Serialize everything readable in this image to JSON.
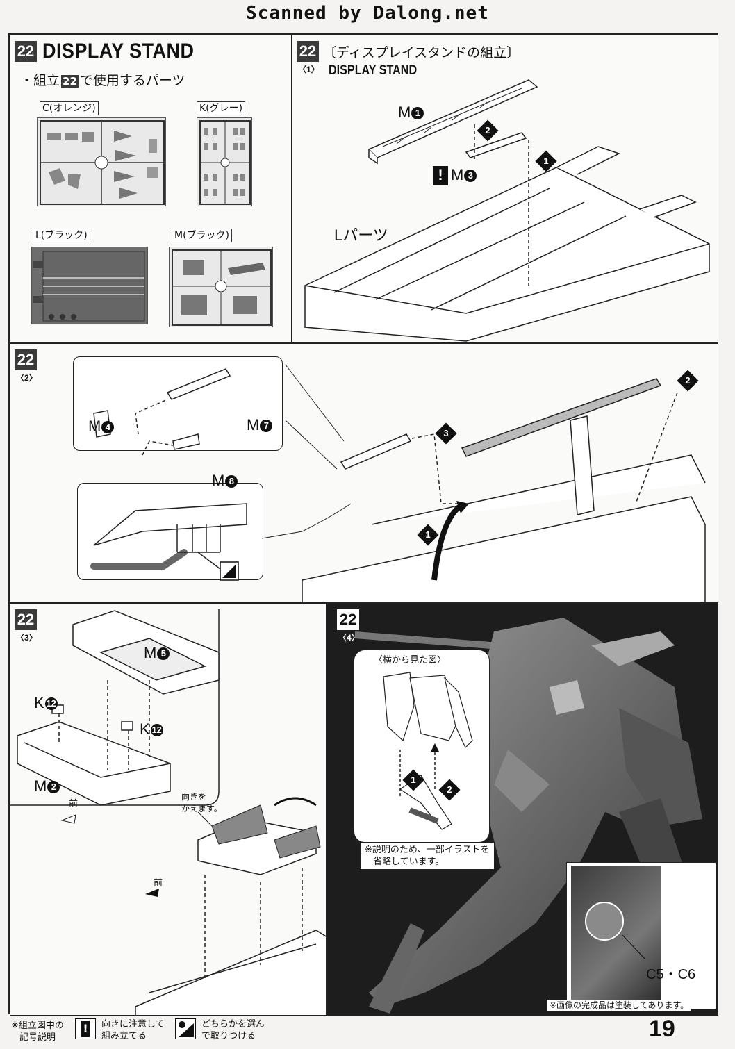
{
  "watermark": "Scanned by Dalong.net",
  "step_number": "22",
  "parts_panel": {
    "title": "DISPLAY STAND",
    "subtitle_prefix": "・組立",
    "subtitle_suffix": "で使用するパーツ",
    "runners": [
      {
        "label": "C(オレンジ)"
      },
      {
        "label": "K(グレー)"
      },
      {
        "label": "L(ブラック)"
      },
      {
        "label": "M(ブラック)"
      }
    ]
  },
  "substep1": {
    "sub": "〈1〉",
    "title_jp": "〔ディスプレイスタンドの組立〕",
    "title_en": "DISPLAY STAND",
    "labels": {
      "m1": "M",
      "m1n": "1",
      "m3": "M",
      "m3n": "3",
      "lpart": "Lパーツ"
    },
    "arrows": [
      "1",
      "2"
    ]
  },
  "substep2": {
    "sub": "〈2〉",
    "labels": {
      "m4": "M",
      "m4n": "4",
      "m7": "M",
      "m7n": "7",
      "m8": "M",
      "m8n": "8"
    },
    "arrows": [
      "1",
      "2",
      "3"
    ]
  },
  "substep3": {
    "sub": "〈3〉",
    "labels": {
      "m5": "M",
      "m5n": "5",
      "k12a": "K",
      "k12an": "12",
      "k12b": "K",
      "k12bn": "12",
      "m2": "M",
      "m2n": "2"
    },
    "front1": "前",
    "front2": "前",
    "turn_note_1": "向きを",
    "turn_note_2": "かえます。"
  },
  "substep4": {
    "sub": "〈4〉",
    "side_view": "〈横から見た図〉",
    "note_1": "※説明のため、一部イラストを",
    "note_2": "省略しています。",
    "parts_label": "C5・C6",
    "painted_note": "※画像の完成品は塗装してあります。",
    "arrows": [
      "1",
      "2"
    ]
  },
  "legend": {
    "lead_1": "※組立図中の",
    "lead_2": "記号説明",
    "item1_1": "向きに注意して",
    "item1_2": "組み立てる",
    "item2_1": "どちらかを選ん",
    "item2_2": "で取りつける"
  },
  "page_number": "19",
  "colors": {
    "step_box": "#3a3a3a",
    "ink": "#111111",
    "photo_bg": "#1d1d1d"
  }
}
